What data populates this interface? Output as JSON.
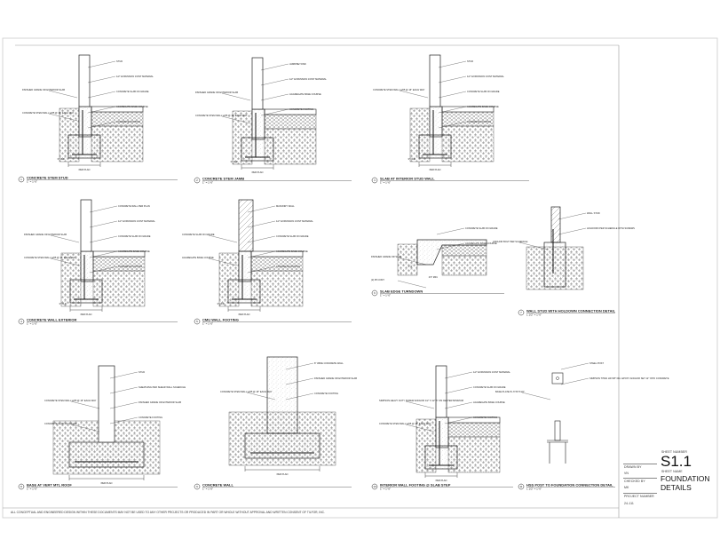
{
  "sheet": {
    "sheet_number_label": "SHEET NUMBER",
    "sheet_number": "S1.1",
    "sheet_name_label": "SHEET NAME",
    "sheet_name_line1": "FOUNDATION",
    "sheet_name_line2": "DETAILS",
    "drawn_by_label": "DRAWN BY",
    "drawn_by": "VN",
    "checked_by_label": "CHECKED BY",
    "checked_by": "MK",
    "project_number_label": "PROJECT NUMBER",
    "project_number": "24-111"
  },
  "footer": "ALL CONCEPTUAL AND ENGINEERED DESIGN WITHIN THESE DOCUMENTS MAY NOT BE USED TO ANY OTHER PROJECTS OR PRODUCED IN PART OR WHOLE WITHOUT APPROVAL AND WRITTEN CONSENT OF TILFOR, INC.",
  "details": [
    {
      "num": "1",
      "title": "CONCRETE STEM STUD",
      "scale": "1\" = 1'-0\"",
      "left": [
        "FINISHED GRADE OR EXTERIOR SLAB",
        "CONCRETE STEM WALL w/#5 @ 16\" EACH WAY"
      ],
      "right": [
        "STUD",
        "1/2\" EXPANSION JOINT MATERIAL",
        "CONCRETE SLAB ON GRADE",
        "AGGREGATE BASE COURSE",
        "CONCRETE FOOTING"
      ],
      "dims": [
        "PER PLAN",
        "3\" CLR."
      ]
    },
    {
      "num": "2",
      "title": "CONCRETE STEM JAMB",
      "scale": "1\" = 1'-0\"",
      "left": [
        "FINISHED GRADE OR EXTERIOR SLAB",
        "CONCRETE STEM WALL w/#5 @ 16\" EACH WAY"
      ],
      "right": [
        "JAMB BEYOND",
        "1/2\" EXPANSION JOINT MATERIAL",
        "AGGREGATE BASE COURSE",
        "CONCRETE FOOTING"
      ],
      "dims": [
        "PER PLAN",
        "3\" CLR."
      ]
    },
    {
      "num": "3",
      "title": "SLAB AT INTERIOR STUD WALL",
      "scale": "1\" = 1'-0\"",
      "left": [
        "CONCRETE STEM WALL w/#5 @ 16\" EACH WAY"
      ],
      "right": [
        "STUD",
        "1/2\" EXPANSION JOINT MATERIAL",
        "CONCRETE SLAB ON GRADE",
        "AGGREGATE BASE COURSE",
        "CONCRETE FOOTING"
      ],
      "dims": [
        "PER PLAN",
        "3\" CLR."
      ]
    },
    {
      "num": "4",
      "title": "CONCRETE WALL EXTERIOR",
      "scale": "1\" = 1'-0\"",
      "left": [
        "FINISHED GRADE OR EXTERIOR SLAB",
        "CONCRETE STEM WALL w/#5 @ 16\" EACH WAY"
      ],
      "right": [
        "CONCRETE WALL PER PLAN",
        "1/2\" EXPANSION JOINT MATERIAL",
        "CONCRETE SLAB ON GRADE",
        "AGGREGATE BASE COURSE",
        "CONCRETE FOOTING"
      ],
      "dims": [
        "PER PLAN",
        "3\" CLR."
      ]
    },
    {
      "num": "5",
      "title": "CMU WALL FOOTING",
      "scale": "1\" = 1'-0\"",
      "left": [
        "CONCRETE SLAB ON GRADE",
        "AGGREGATE BASE COURSE"
      ],
      "right": [
        "MASONRY WALL",
        "1/2\" EXPANSION JOINT MATERIAL",
        "CONCRETE SLAB ON GRADE",
        "AGGREGATE BASE COURSE",
        "CONCRETE FOOTING"
      ],
      "dims": [
        "PER PLAN",
        "3\" CLR."
      ]
    },
    {
      "num": "6",
      "title": "SLAB EDGE TURNDOWN",
      "scale": "1\" = 1'-0\"",
      "left": [
        "FINISHED GRADE OR SLAB",
        "(2) #5 CONT."
      ],
      "right": [
        "CONCRETE SLAB ON GRADE",
        "AGGREGATE BASE COURSE"
      ],
      "dims": [
        "2'0\" MIN.",
        "1'-0\""
      ]
    },
    {
      "num": "7",
      "title": "WALL STUD WITH HOLDOWN CONNECTION DETAIL",
      "scale": "1 1/2\" = 1'-0\"",
      "left": [
        "ANCHOR BOLT PER SCHEDULE"
      ],
      "right": [
        "WALL STUD",
        "HOLDOWN PER SCHEDULE WITH SCREWS"
      ],
      "dims": []
    },
    {
      "num": "8",
      "title": "BASE AT VERT MTL ROOF",
      "scale": "1\" = 1'-0\"",
      "left": [
        "CONCRETE STEM WALL w/#5 @ 16\" EACH WAY",
        "CONCRETE SLAB ON GRADE"
      ],
      "right": [
        "STUD",
        "SHEATHING PER SHEAR WALL SCHEDULE",
        "FINISHED GRADE OR EXTERIOR SLAB",
        "CONCRETE FOOTING"
      ],
      "dims": [
        "PER PLAN"
      ]
    },
    {
      "num": "9",
      "title": "CONCRETE WALL",
      "scale": "1\" = 1'-0\"",
      "left": [
        "CONCRETE STEM WALL w/#5 @ 16\" EACH WAY"
      ],
      "right": [
        "8\" WIDE CONCRETE WALL",
        "FINISHED GRADE OR EXTERIOR SLAB",
        "CONCRETE FOOTING"
      ],
      "dims": [
        "PER PLAN"
      ]
    },
    {
      "num": "10",
      "title": "INTERIOR WALL FOOTING @ SLAB STEP",
      "scale": "1\" = 1'-0\"",
      "left": [
        "SIMPSON HEAVY DUTY SCREW ANCHOR 1/2\" X 12\" 6\" ON CENTER MINIMUM",
        "CONCRETE STEM WALL w/#5 @ 16\" EACH WAY"
      ],
      "right": [
        "1/2\" EXPANSION JOINT MATERIAL",
        "CONCRETE SLAB ON GRADE",
        "AGGREGATE BASE COURSE",
        "CONCRETE FOOTING"
      ],
      "dims": [
        "PER PLAN"
      ]
    },
    {
      "num": "11",
      "title": "HSS POST TO FOUNDATION CONNECTION DETAIL",
      "scale": "1 1/2\" = 1'-0\"",
      "left": [
        "BASE PLATE PL 6\"X6\"X1/2\""
      ],
      "right": [
        "STEEL POST",
        "SIMPSON TITEN HD 5/8\" DIA. EPOXY ANCHOR SET 12\" INTO CONCRETE"
      ],
      "dims": []
    }
  ],
  "colors": {
    "line": "#222222",
    "hatch": "#777777",
    "border": "#cccccc"
  }
}
